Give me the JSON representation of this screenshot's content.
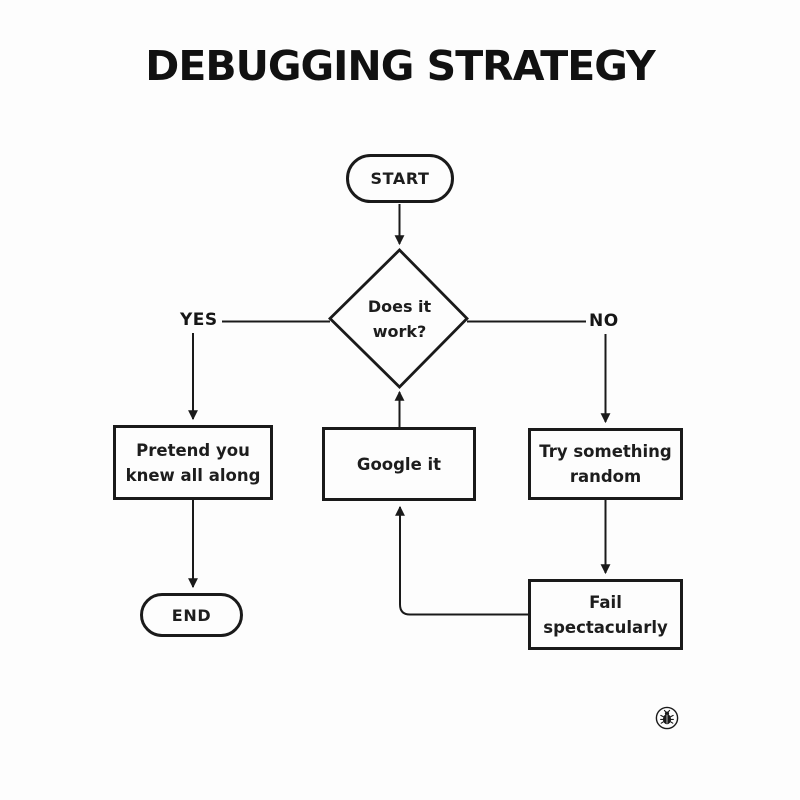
{
  "page": {
    "title": "DEBUGGING STRATEGY"
  },
  "flowchart": {
    "nodes": {
      "start": {
        "type": "terminator",
        "label": "START"
      },
      "decision": {
        "type": "decision",
        "lines": [
          "Does it",
          "work?"
        ]
      },
      "pretend": {
        "type": "process",
        "lines": [
          "Pretend you",
          "knew all along"
        ]
      },
      "google": {
        "type": "process",
        "label": "Google it"
      },
      "try_random": {
        "type": "process",
        "lines": [
          "Try something",
          "random"
        ]
      },
      "fail": {
        "type": "process",
        "lines": [
          "Fail",
          "spectacularly"
        ]
      },
      "end": {
        "type": "terminator",
        "label": "END"
      }
    },
    "edge_labels": {
      "yes": "YES",
      "no": "NO"
    },
    "edges": [
      {
        "from": "start",
        "to": "decision"
      },
      {
        "from": "decision",
        "to": "pretend",
        "label": "YES"
      },
      {
        "from": "pretend",
        "to": "end"
      },
      {
        "from": "decision",
        "to": "try_random",
        "label": "NO"
      },
      {
        "from": "try_random",
        "to": "fail"
      },
      {
        "from": "fail",
        "to": "google"
      },
      {
        "from": "google",
        "to": "decision"
      }
    ]
  },
  "footer": {
    "logo_icon": "bug-icon"
  },
  "colors": {
    "background": "#fdfdfd",
    "stroke": "#1a1a1a",
    "text": "#1d1d1d"
  }
}
